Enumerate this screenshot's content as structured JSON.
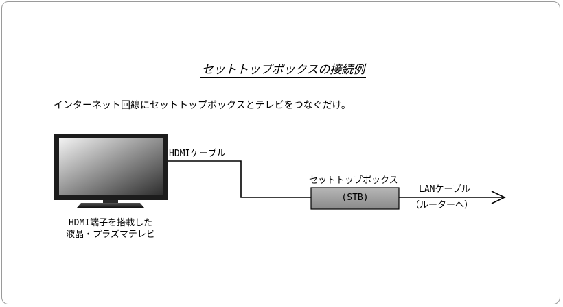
{
  "title": "セットトップボックスの接続例",
  "lead": "インターネット回線にセットトップボックスとテレビをつなぐだけ。",
  "hdmi_cable_label": "HDMIケーブル",
  "stb": {
    "label": "セットトップボックス",
    "inner": "(STB)"
  },
  "lan_cable": {
    "label": "LANケーブル",
    "note": "（ルーターへ）"
  },
  "tv_caption": {
    "line1": "HDMI端子を搭載した",
    "line2": "液晶・プラズマテレビ"
  },
  "colors": {
    "frame": "#9a9a9a",
    "tv_body": "#1c1c1c",
    "stb_fill": "#9c9c9c",
    "line": "#000000"
  }
}
